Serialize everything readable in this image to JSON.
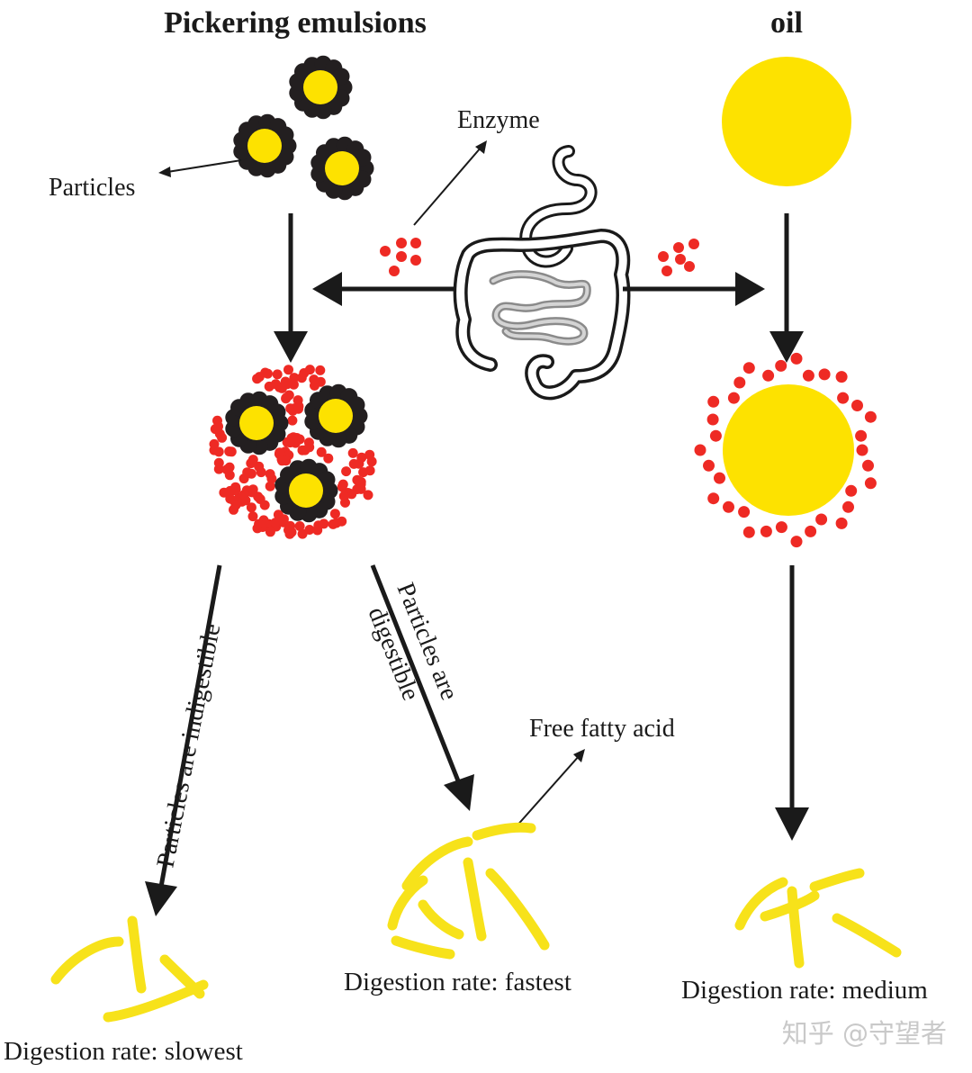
{
  "labels": {
    "pickering_title": "Pickering emulsions",
    "oil_title": "oil",
    "particles": "Particles",
    "enzyme": "Enzyme",
    "indigestible": "Particles are indigestible",
    "digestible_line1": "Particles are",
    "digestible_line2": "digestible",
    "free_fatty_acid": "Free fatty acid",
    "rate_slowest": "Digestion rate: slowest",
    "rate_fastest": "Digestion rate: fastest",
    "rate_medium": "Digestion rate: medium"
  },
  "watermark": "知乎 @守望者",
  "colors": {
    "oil_yellow": "#fde200",
    "particle_black": "#231f20",
    "enzyme_red": "#ee2a24",
    "fatty_acid_yellow": "#f7e21a",
    "gut_gray": "#9b9b9b"
  }
}
